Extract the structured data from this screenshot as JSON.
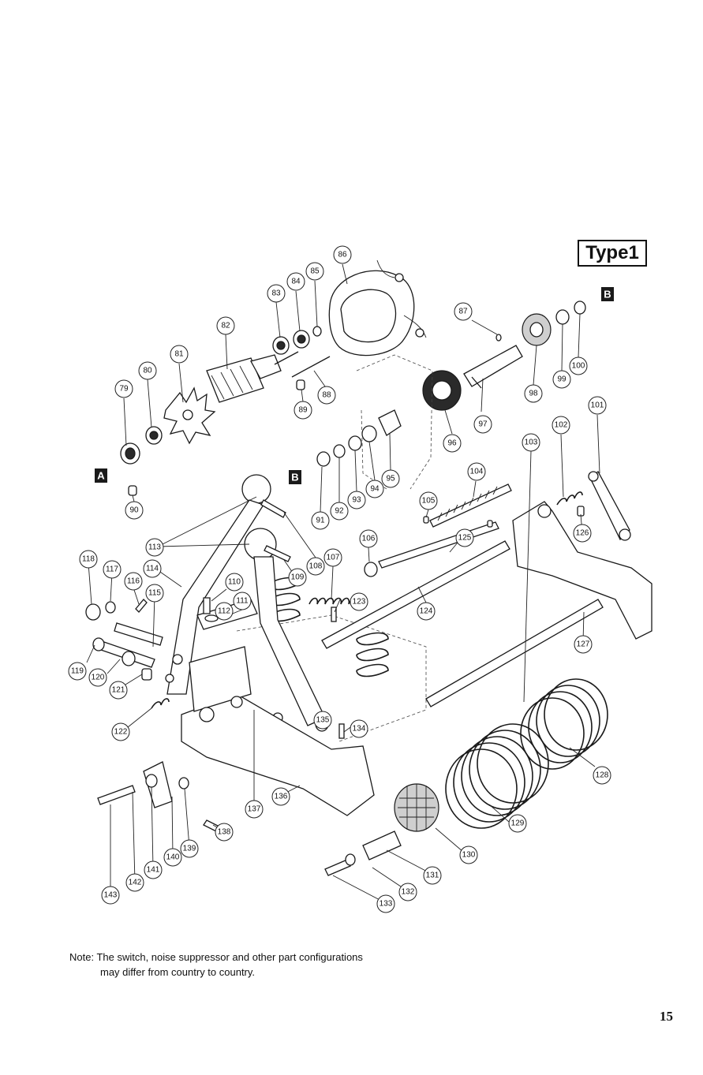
{
  "type_label": "Type1",
  "markers": {
    "a": "A",
    "b": "B"
  },
  "callouts": [
    "79",
    "80",
    "81",
    "82",
    "83",
    "84",
    "85",
    "86",
    "87",
    "88",
    "89",
    "90",
    "91",
    "92",
    "93",
    "94",
    "95",
    "96",
    "97",
    "98",
    "99",
    "100",
    "101",
    "102",
    "103",
    "104",
    "105",
    "106",
    "107",
    "108",
    "109",
    "110",
    "111",
    "112",
    "113",
    "114",
    "115",
    "116",
    "117",
    "118",
    "119",
    "120",
    "121",
    "122",
    "123",
    "124",
    "125",
    "126",
    "127",
    "128",
    "129",
    "130",
    "131",
    "132",
    "133",
    "134",
    "135",
    "136",
    "137",
    "138",
    "139",
    "140",
    "141",
    "142",
    "143"
  ],
  "note": {
    "line1": "Note: The switch, noise suppressor and other part configurations",
    "line2": "may differ from country to country."
  },
  "page_number": "15"
}
